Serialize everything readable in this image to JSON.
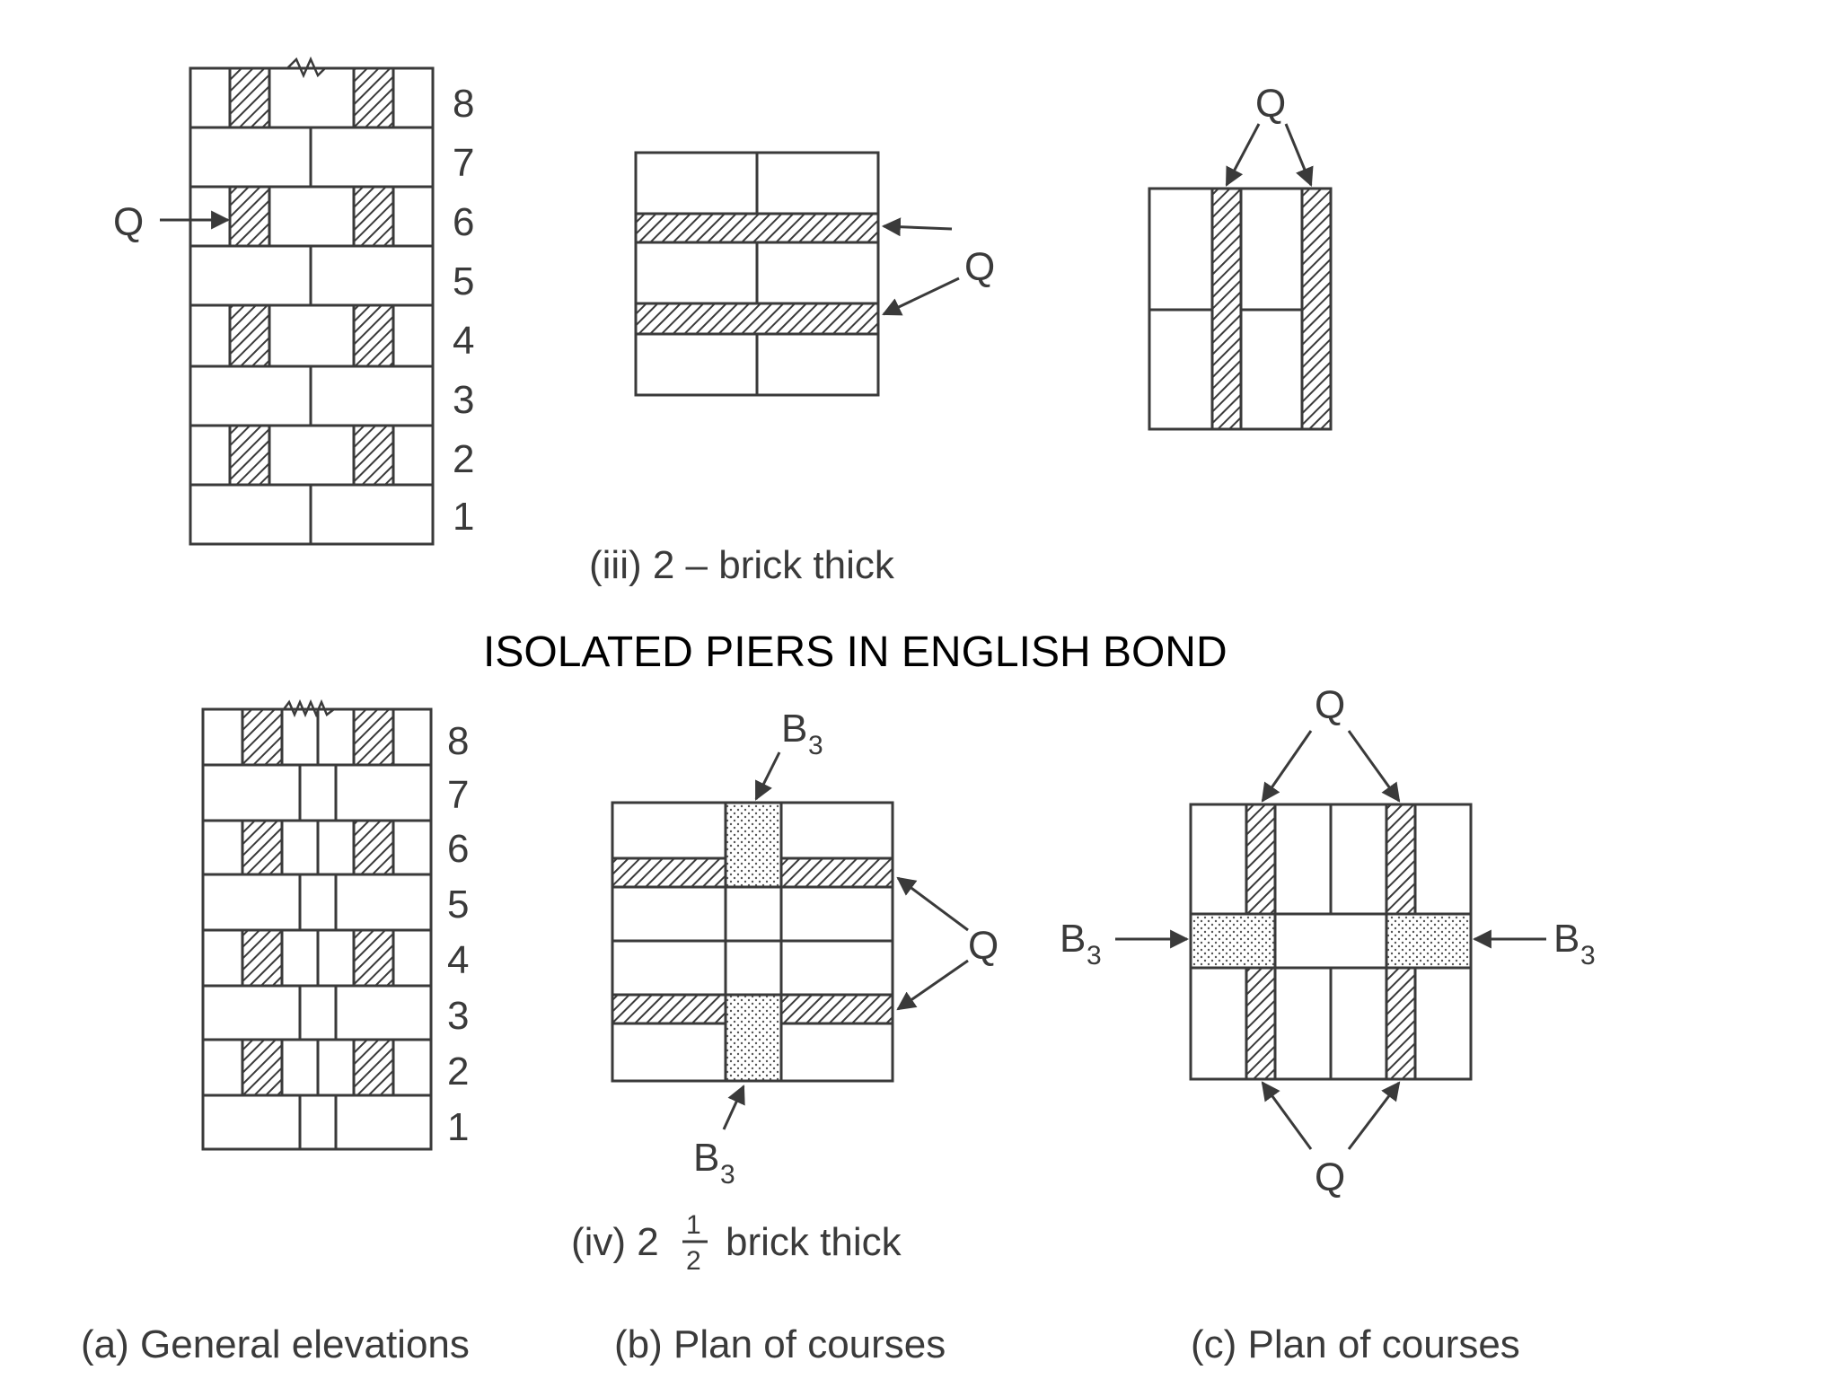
{
  "title": "ISOLATED PIERS IN ENGLISH BOND",
  "labels": {
    "q": "Q",
    "b": "B",
    "b_sub": "3",
    "course_numbers": [
      "8",
      "7",
      "6",
      "5",
      "4",
      "3",
      "2",
      "1"
    ]
  },
  "captions": {
    "case_iii": "(iii) 2 – brick thick",
    "case_iv_prefix": "(iv) 2",
    "case_iv_frac_num": "1",
    "case_iv_frac_den": "2",
    "case_iv_suffix": "brick thick",
    "col_a": "(a) General elevations",
    "col_b": "(b) Plan of courses",
    "col_c": "(c) Plan of courses"
  },
  "colors": {
    "line": "#3a3a3a",
    "background": "#ffffff"
  }
}
